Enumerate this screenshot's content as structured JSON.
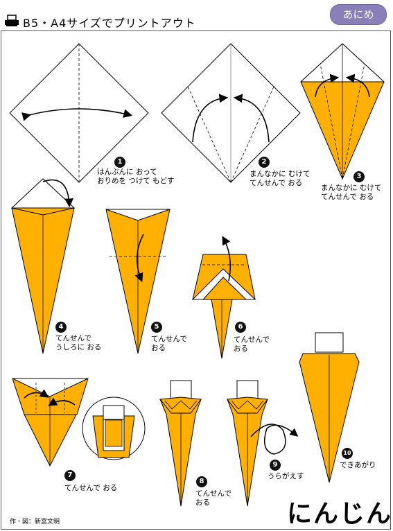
{
  "header": {
    "title": "B5・A4サイズでプリントアウト",
    "badge": "あにめ",
    "printer_icon": "printer-icon"
  },
  "colors": {
    "paper_orange": "#ffb000",
    "outline": "#000000",
    "badge": "#8a7fb8"
  },
  "steps": [
    {
      "num": "1",
      "lines": [
        "はんぶんに おって",
        "おりめを つけて もどす"
      ]
    },
    {
      "num": "2",
      "lines": [
        "まんなかに むけて",
        "てんせんで おる"
      ]
    },
    {
      "num": "3",
      "lines": [
        "まんなかに むけて",
        "てんせんで おる"
      ]
    },
    {
      "num": "4",
      "lines": [
        "てんせんで",
        "うしろに おる"
      ]
    },
    {
      "num": "5",
      "lines": [
        "てんせんで",
        "おる"
      ]
    },
    {
      "num": "6",
      "lines": [
        "てんせんで",
        "おる"
      ]
    },
    {
      "num": "7",
      "lines": [
        "てんせんで おる"
      ]
    },
    {
      "num": "8",
      "lines": [
        "てんせんで",
        "おる"
      ]
    },
    {
      "num": "9",
      "lines": [
        "うらがえす"
      ]
    },
    {
      "num": "10",
      "lines": [
        "できあがり"
      ]
    }
  ],
  "footer": "作・図：新宮文明",
  "result_title": "にんじん"
}
